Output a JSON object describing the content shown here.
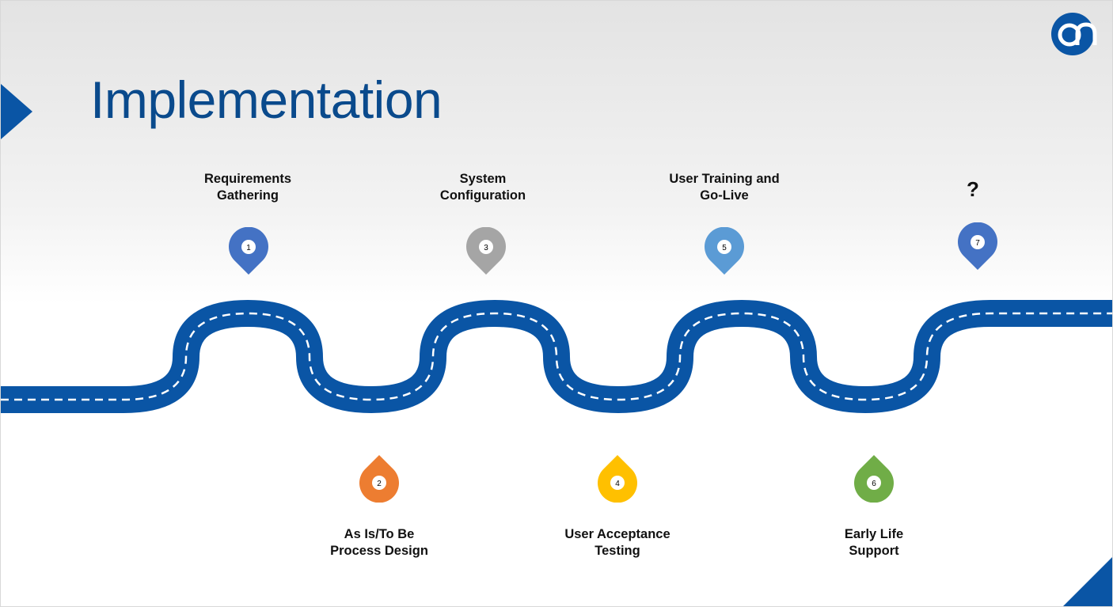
{
  "slide": {
    "title": "Implementation",
    "logo_text": "on"
  },
  "colors": {
    "brand_blue": "#0a55a5",
    "title_blue": "#0a4a8c",
    "road_dash": "#ffffff"
  },
  "steps": [
    {
      "number": "1",
      "line1": "Requirements",
      "line2": "Gathering",
      "color": "#4472c4"
    },
    {
      "number": "2",
      "line1": "As Is/To Be",
      "line2": "Process Design",
      "color": "#ed7d31"
    },
    {
      "number": "3",
      "line1": "System",
      "line2": "Configuration",
      "color": "#a5a5a5"
    },
    {
      "number": "4",
      "line1": "User Acceptance",
      "line2": "Testing",
      "color": "#ffc000"
    },
    {
      "number": "5",
      "line1": "User Training and",
      "line2": "Go-Live",
      "color": "#5b9bd5"
    },
    {
      "number": "6",
      "line1": "Early Life",
      "line2": "Support",
      "color": "#70ad47"
    },
    {
      "number": "7",
      "line1": "?",
      "line2": "",
      "color": "#4472c4"
    }
  ]
}
